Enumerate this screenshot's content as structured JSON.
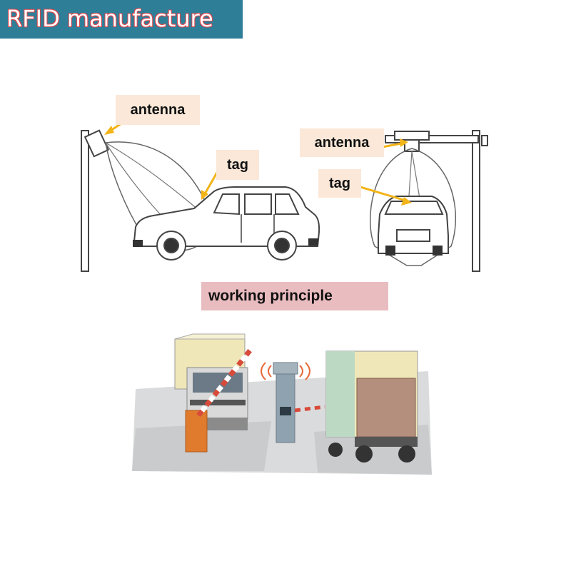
{
  "header": {
    "title": "RFID manufacture"
  },
  "diagram_top": {
    "side_view": {
      "antenna_label": "antenna",
      "tag_label": "tag"
    },
    "front_view": {
      "antenna_label": "antenna",
      "tag_label": "tag"
    },
    "caption": "working principle"
  },
  "colors": {
    "banner": "#2f7e98",
    "label_bg": "#fbe8d8",
    "caption_bg": "#e9bcc0",
    "arrow": "#f2b417",
    "barrier_red": "#d84a3a",
    "truck_cream": "#efe7b8",
    "truck_green": "#bcd9c4"
  }
}
